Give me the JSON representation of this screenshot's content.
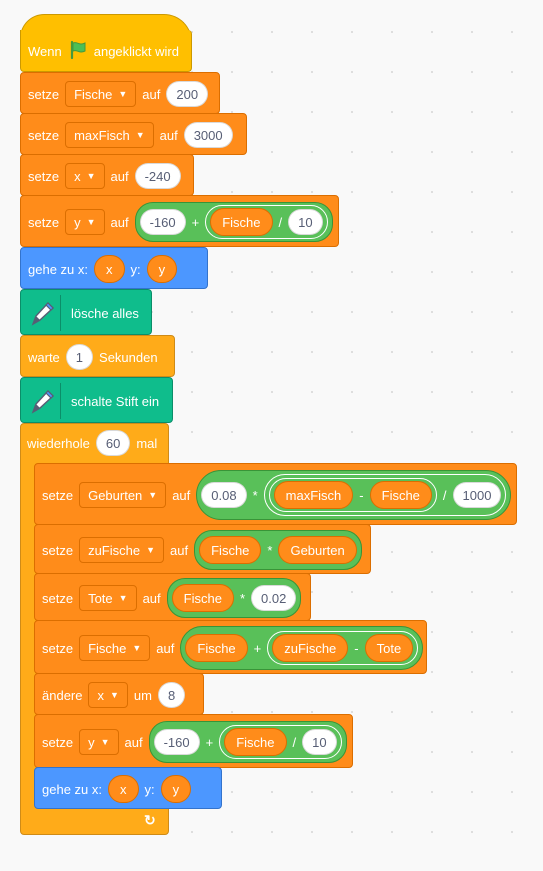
{
  "blocks": {
    "when_flag": {
      "label_when": "Wenn",
      "label_clicked": "angeklickt wird",
      "icon": "green-flag-icon"
    },
    "set_fische": {
      "label_set": "setze",
      "variable": "Fische",
      "label_to": "auf",
      "value": "200"
    },
    "set_maxfisch": {
      "label_set": "setze",
      "variable": "maxFisch",
      "label_to": "auf",
      "value": "3000"
    },
    "set_x": {
      "label_set": "setze",
      "variable": "x",
      "label_to": "auf",
      "value": "-240"
    },
    "set_y": {
      "label_set": "setze",
      "variable": "y",
      "label_to": "auf",
      "num": "-160",
      "op_plus": "+",
      "rep": "Fische",
      "op_div": "/",
      "div": "10"
    },
    "goto_1": {
      "label": "gehe zu x:",
      "x": "x",
      "label_y": "y:",
      "y": "y"
    },
    "clear": {
      "label": "lösche alles",
      "icon": "pen-icon"
    },
    "wait": {
      "label_wait": "warte",
      "value": "1",
      "label_sec": "Sekunden"
    },
    "pen_down": {
      "label": "schalte Stift ein",
      "icon": "pen-icon"
    },
    "repeat": {
      "label_repeat": "wiederhole",
      "value": "60",
      "label_times": "mal",
      "icon": "loop-arrow-icon"
    },
    "set_geburten": {
      "label_set": "setze",
      "variable": "Geburten",
      "label_to": "auf",
      "num": "0.08",
      "op_mul": "*",
      "rep_a": "maxFisch",
      "op_minus": "-",
      "rep_b": "Fische",
      "op_div": "/",
      "div": "1000"
    },
    "set_zufische": {
      "label_set": "setze",
      "variable": "zuFische",
      "label_to": "auf",
      "rep_a": "Fische",
      "op_mul": "*",
      "rep_b": "Geburten"
    },
    "set_tote": {
      "label_set": "setze",
      "variable": "Tote",
      "label_to": "auf",
      "rep": "Fische",
      "op_mul": "*",
      "num": "0.02"
    },
    "set_fische2": {
      "label_set": "setze",
      "variable": "Fische",
      "label_to": "auf",
      "rep_a": "Fische",
      "op_plus": "+",
      "rep_b": "zuFische",
      "op_minus": "-",
      "rep_c": "Tote"
    },
    "change_x": {
      "label_change": "ändere",
      "variable": "x",
      "label_by": "um",
      "value": "8"
    },
    "set_y2": {
      "label_set": "setze",
      "variable": "y",
      "label_to": "auf",
      "num": "-160",
      "op_plus": "+",
      "rep": "Fische",
      "op_div": "/",
      "div": "10"
    },
    "goto_2": {
      "label": "gehe zu x:",
      "x": "x",
      "label_y": "y:",
      "y": "y"
    }
  },
  "colors": {
    "variables": "#ff8c1a",
    "events": "#ffbf00",
    "motion": "#4c97ff",
    "pen": "#0fbd8c",
    "control": "#ffab19",
    "operators": "#59c059"
  }
}
